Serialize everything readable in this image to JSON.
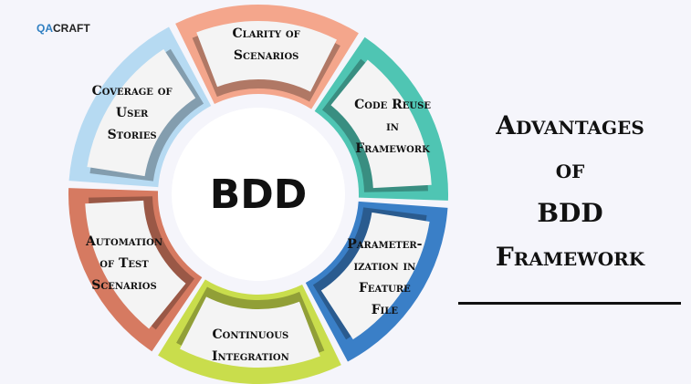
{
  "logo": {
    "qa": "QA",
    "craft": "CRAFT"
  },
  "diagram": {
    "center_label": "BDD",
    "segments": [
      {
        "label_lines": [
          "Clarity of",
          "Scenarios"
        ],
        "color": "#f4a68c"
      },
      {
        "label_lines": [
          "Code Reuse",
          "in",
          "Framework"
        ],
        "color": "#4fc5b3"
      },
      {
        "label_lines": [
          "Parameter-",
          "ization in",
          "Feature",
          "File"
        ],
        "color": "#3a7fc7"
      },
      {
        "label_lines": [
          "Continuous",
          "Integration"
        ],
        "color": "#c9dd4c"
      },
      {
        "label_lines": [
          "Automation",
          "of Test",
          "Scenarios"
        ],
        "color": "#d67a61"
      },
      {
        "label_lines": [
          "Coverage of",
          "User",
          "Stories"
        ],
        "color": "#b6daf2"
      }
    ]
  },
  "title": {
    "lines": [
      "Advantages",
      "of",
      "BDD",
      "Framework"
    ]
  }
}
